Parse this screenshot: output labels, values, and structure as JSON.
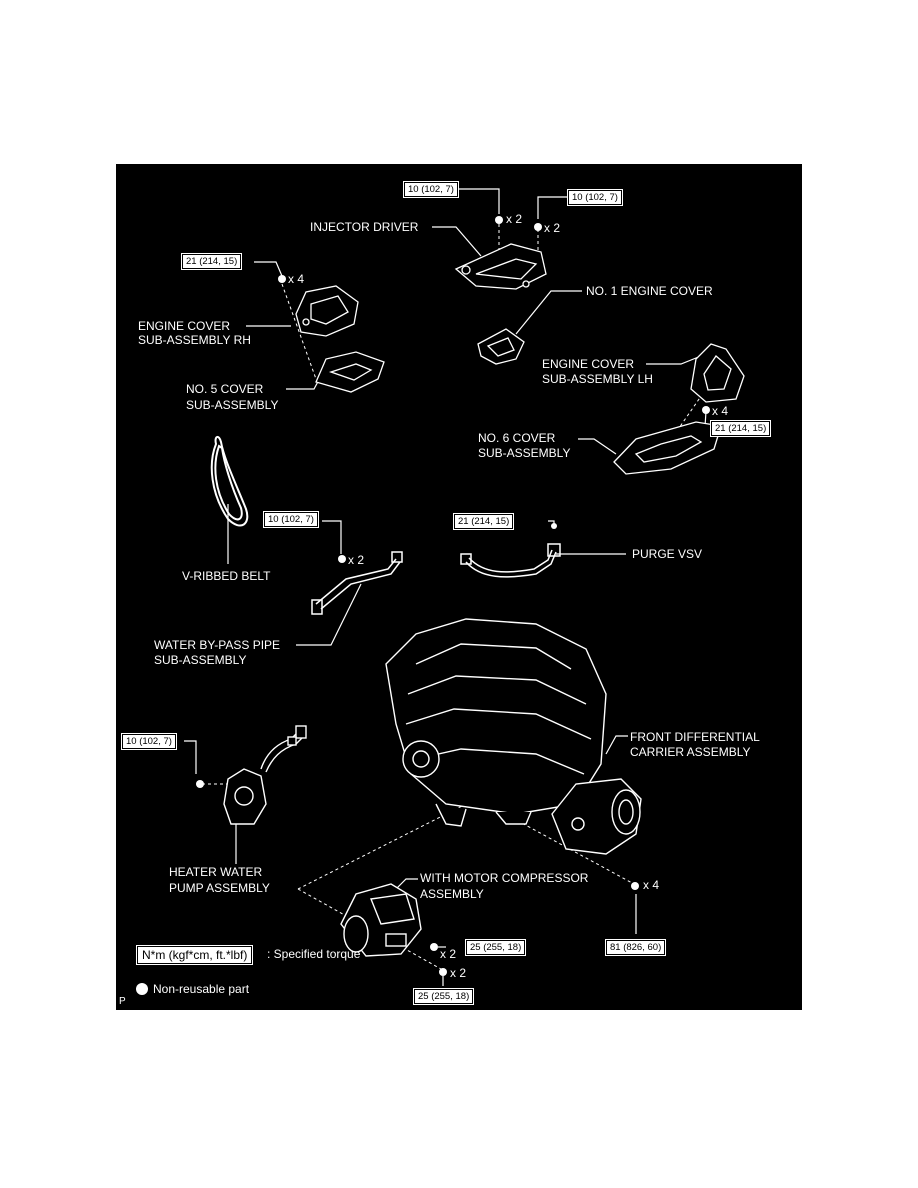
{
  "labels": {
    "injector_driver": "INJECTOR DRIVER",
    "no1_engine_cover": "NO. 1 ENGINE COVER",
    "engine_cover_rh_1": "ENGINE COVER",
    "engine_cover_rh_2": "SUB-ASSEMBLY RH",
    "no5_cover_1": "NO. 5 COVER",
    "no5_cover_2": "SUB-ASSEMBLY",
    "engine_cover_lh_1": "ENGINE COVER",
    "engine_cover_lh_2": "SUB-ASSEMBLY LH",
    "no6_cover_1": "NO. 6 COVER",
    "no6_cover_2": "SUB-ASSEMBLY",
    "v_ribbed_belt": "V-RIBBED BELT",
    "purge_vsv": "PURGE VSV",
    "water_bypass_1": "WATER BY-PASS PIPE",
    "water_bypass_2": "SUB-ASSEMBLY",
    "front_diff_1": "FRONT DIFFERENTIAL",
    "front_diff_2": "CARRIER ASSEMBLY",
    "heater_pump_1": "HEATER WATER",
    "heater_pump_2": "PUMP ASSEMBLY",
    "compressor_1": "WITH MOTOR COMPRESSOR",
    "compressor_2": "ASSEMBLY"
  },
  "torques": {
    "injector_left": "10 (102, 7)",
    "injector_right": "10 (102, 7)",
    "rh_cover": "21 (214, 15)",
    "lh_cover": "21 (214, 15)",
    "water_pipe": "10 (102, 7)",
    "purge_vsv": "21 (214, 15)",
    "heater_pump": "10 (102, 7)",
    "compressor_upper": "25 (255, 18)",
    "compressor_lower": "25 (255, 18)",
    "front_diff": "81 (826, 60)"
  },
  "quantities": {
    "injector_left": "x 2",
    "injector_right": "x 2",
    "rh_cover": "x 4",
    "lh_cover": "x 4",
    "water_pipe": "x 2",
    "compressor_upper": "x 2",
    "compressor_lower": "x 2",
    "front_diff": "x 4"
  },
  "legend": {
    "torque_box": "N*m (kgf*cm, ft.*lbf)",
    "torque_text": ": Specified torque",
    "nonreusable_text": "Non-reusable part",
    "corner_mark": "P"
  }
}
